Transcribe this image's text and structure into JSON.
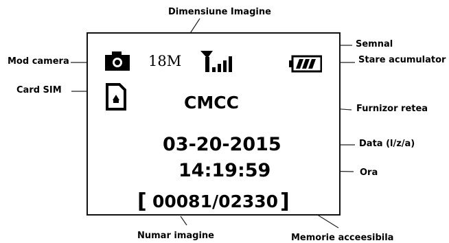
{
  "labels": {
    "dimension": "Dimensiune Imagine",
    "signal": "Semnal",
    "camera_mode": "Mod camera",
    "battery": "Stare acumulator",
    "sim_card": "Card SIM",
    "provider": "Furnizor retea",
    "date": "Data (l/z/a)",
    "time": "Ora",
    "image_number": "Numar imagine",
    "memory": "Memorie acceesibila"
  },
  "screen": {
    "resolution": "18M",
    "operator": "CMCC",
    "date": "03-20-2015",
    "time": "14:19:59",
    "counter_open": "[",
    "counter": "00081/02330",
    "counter_close": "]"
  },
  "icons": [
    "camera-icon",
    "signal-icon",
    "battery-icon",
    "sim-card-icon"
  ],
  "colors": {
    "foreground": "#000000",
    "background": "#ffffff"
  }
}
